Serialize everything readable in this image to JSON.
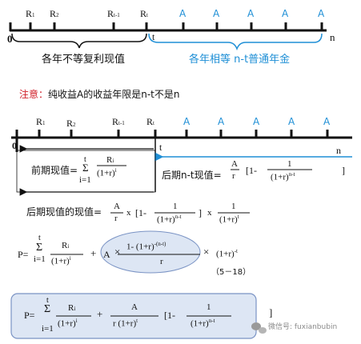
{
  "timeline1": {
    "zero": "0",
    "t": "t",
    "n": "n",
    "r_labels": [
      "R",
      "R",
      "R",
      "R"
    ],
    "r_subs": [
      "1",
      "2",
      "t-1",
      "t"
    ],
    "a_labels": [
      "A",
      "A",
      "A",
      "A",
      "A"
    ],
    "brace_left_label": "各年不等复利现值",
    "brace_right_label": "各年相等 n-t普通年金"
  },
  "note": {
    "prefix": "注意：",
    "text": "纯收益A的收益年限是n-t不是n"
  },
  "timeline2": {
    "zero": "0",
    "t": "t",
    "n": "n",
    "r_labels": [
      "R",
      "R",
      "R",
      "R"
    ],
    "r_subs": [
      "1",
      "2",
      "t-1",
      "t"
    ],
    "a_labels": [
      "A",
      "A",
      "A",
      "A",
      "A"
    ],
    "early_pv": {
      "label": "前期现值",
      "eq": "=",
      "sigma": "Σ",
      "top": "t",
      "bottom": "i=1",
      "num": "R",
      "num_sub": "i",
      "den": "(1+r)",
      "den_sup": "i"
    },
    "late_pv": {
      "label": "后期n-t现值",
      "eq": "=",
      "frac_num": "A",
      "frac_den": "r",
      "bracket_open": "[1-",
      "inner_num": "1",
      "inner_den": "(1+r)",
      "inner_den_sup": "n-t",
      "bracket_close": "]"
    },
    "late_pv_present": {
      "label": "后期现值的现值",
      "eq": "=",
      "frac_num": "A",
      "frac_den": "r",
      "times": "x",
      "bracket_open": "[1-",
      "inner_num": "1",
      "inner_den": "(1+r)",
      "inner_den_sup": "n-t",
      "bracket_close": "]",
      "times2": "x",
      "last_num": "1",
      "last_den": "(1+r)",
      "last_den_sup": "t"
    }
  },
  "formula_518": {
    "lhs": "P=",
    "sigma": "Σ",
    "top": "t",
    "bottom": "i=1",
    "num": "R",
    "num_sub": "i",
    "den": "(1+r)",
    "den_sup": "i",
    "plus": "+",
    "a": "A",
    "times": "×",
    "ellipse_num": "1- (1+r)",
    "ellipse_num_sup": "-(n-t)",
    "ellipse_den": "r",
    "times2": "×",
    "tail": "(1+r)",
    "tail_sup": "-t",
    "number": "（5－18）"
  },
  "formula_final": {
    "lhs": "P=",
    "sigma": "Σ",
    "top": "t",
    "bottom": "i=1",
    "num": "R",
    "num_sub": "i",
    "den": "(1+r)",
    "den_sup": "i",
    "plus": "+",
    "frac_num": "A",
    "frac_den": "r (1+r)",
    "frac_den_sup": "t",
    "bracket_open": "[1-",
    "inner_num": "1",
    "inner_den": "(1+r)",
    "inner_den_sup": "n-t",
    "bracket_close": "]"
  },
  "watermark": {
    "text": "微信号: fuxianbubin"
  },
  "colors": {
    "blue": "#1f8fd6",
    "red": "#d0202a",
    "box_fill": "#dde6f4",
    "box_stroke": "#7a93c4"
  }
}
